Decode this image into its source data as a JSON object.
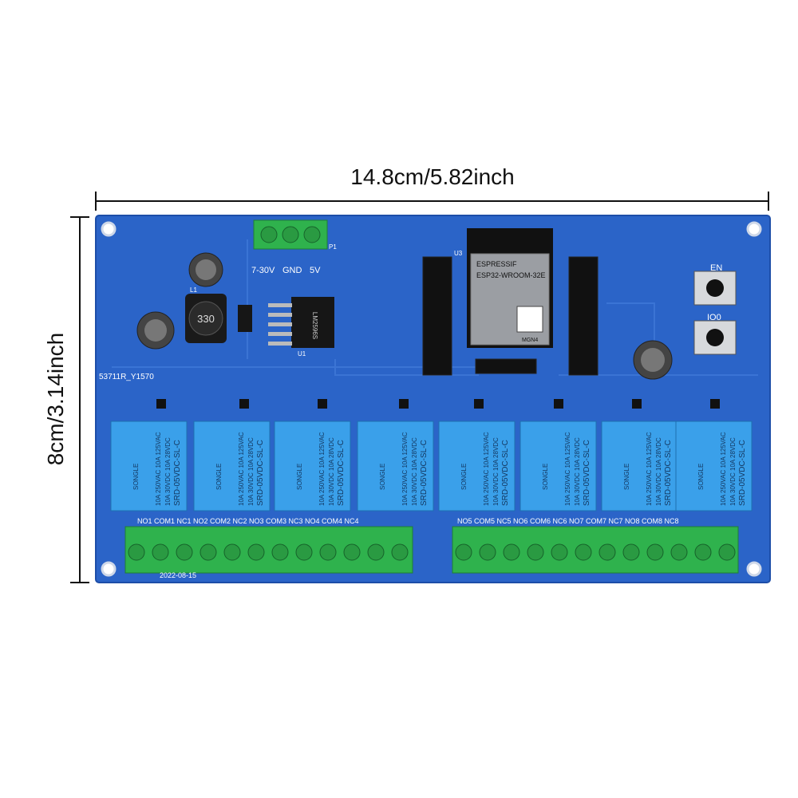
{
  "dimensions": {
    "width_label": "14.8cm/5.82inch",
    "height_label": "8cm/3.14inch"
  },
  "colors": {
    "pcb": "#2b64c8",
    "pcb_edge": "#1d4ea8",
    "relay": "#3aa0ea",
    "terminal": "#2fb24d",
    "ink": "#111111"
  },
  "board": {
    "board_id": "53711R_Y1570",
    "date": "2022-08-15",
    "power_terminal": {
      "labels": [
        "7-30V",
        "GND",
        "5V"
      ],
      "ref": "P1"
    },
    "regulator": {
      "text": "LM2596S",
      "ref": "U1"
    },
    "inductor": {
      "text": "330",
      "ref": "L1"
    },
    "module": {
      "brand": "ESPRESSIF",
      "model": "ESP32-WROOM-32E",
      "sub": "MGN4",
      "ref": "U3"
    },
    "buttons": [
      {
        "label": "EN"
      },
      {
        "label": "IO0"
      }
    ],
    "relays": [
      {
        "brand": "SONGLE",
        "model": "SRD-05VDC-SL-C",
        "rating1": "10A 250VAC 10A 125VAC",
        "rating2": "10A 30VDC 10A 28VDC"
      },
      {
        "brand": "SONGLE",
        "model": "SRD-05VDC-SL-C",
        "rating1": "10A 250VAC 10A 125VAC",
        "rating2": "10A 30VDC 10A 28VDC"
      },
      {
        "brand": "SONGLE",
        "model": "SRD-05VDC-SL-C",
        "rating1": "10A 250VAC 10A 125VAC",
        "rating2": "10A 30VDC 10A 28VDC"
      },
      {
        "brand": "SONGLE",
        "model": "SRD-05VDC-SL-C",
        "rating1": "10A 250VAC 10A 125VAC",
        "rating2": "10A 30VDC 10A 28VDC"
      },
      {
        "brand": "SONGLE",
        "model": "SRD-05VDC-SL-C",
        "rating1": "10A 250VAC 10A 125VAC",
        "rating2": "10A 30VDC 10A 28VDC"
      },
      {
        "brand": "SONGLE",
        "model": "SRD-05VDC-SL-C",
        "rating1": "10A 250VAC 10A 125VAC",
        "rating2": "10A 30VDC 10A 28VDC"
      },
      {
        "brand": "SONGLE",
        "model": "SRD-05VDC-SL-C",
        "rating1": "10A 250VAC 10A 125VAC",
        "rating2": "10A 30VDC 10A 28VDC"
      },
      {
        "brand": "SONGLE",
        "model": "SRD-05VDC-SL-C",
        "rating1": "10A 250VAC 10A 125VAC",
        "rating2": "10A 30VDC 10A 28VDC"
      }
    ],
    "terminal_labels_left": "NO1 COM1 NC1  NO2 COM2 NC2  NO3 COM3 NC3  NO4 COM4 NC4",
    "terminal_labels_right": "NO5 COM5 NC5  NO6 COM6 NC6  NO7 COM7 NC7  NO8 COM8 NC8"
  }
}
